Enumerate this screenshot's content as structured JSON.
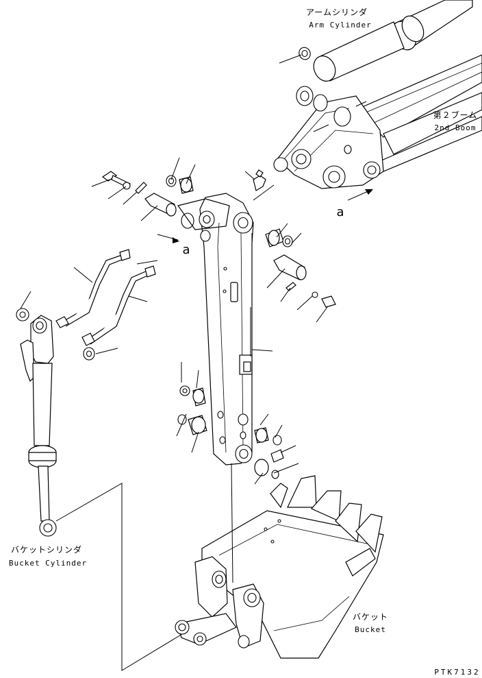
{
  "labels": {
    "arm_cylinder_jp": "アームシリンダ",
    "arm_cylinder_en": "Arm Cylinder",
    "second_boom_jp": "第２ブーム",
    "second_boom_en": "2nd Boom",
    "bucket_cylinder_jp": "バケットシリンダ",
    "bucket_cylinder_en": "Bucket Cylinder",
    "bucket_jp": "バケット",
    "bucket_en": "Bucket",
    "ref_a_upper": "a",
    "ref_a_lower": "a",
    "drawing_code": "PTK7132"
  }
}
